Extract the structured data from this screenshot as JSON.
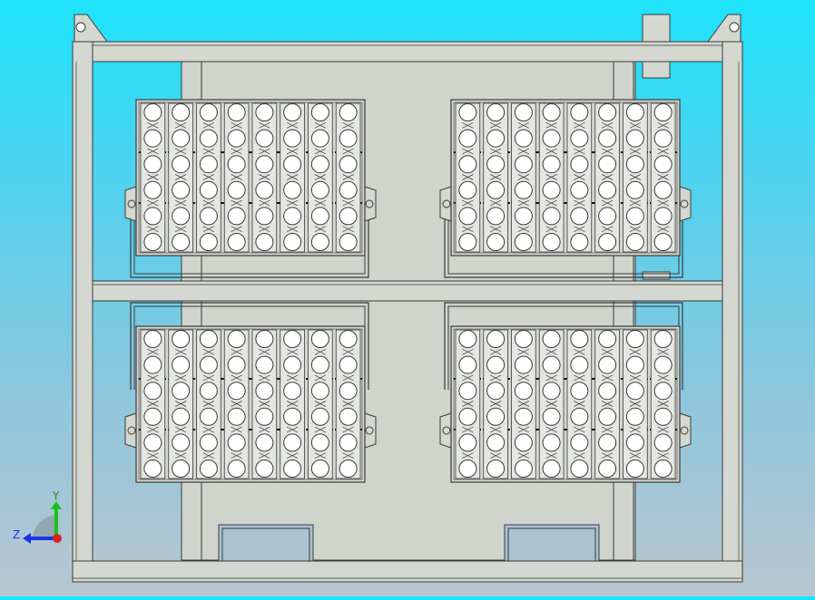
{
  "scene": {
    "background_top": "#1ee3fb",
    "background_bottom": "#b9c6cf",
    "frame_fill": "#d4d8d0",
    "panel_fill": "#cfd4cc",
    "outline": "#3a3a3a",
    "lens_fill": "#ffffff"
  },
  "fixtures": {
    "count": 4,
    "columns_per_fixture": 8,
    "lenses_per_column": 6
  },
  "triad": {
    "y_label": "Y",
    "z_label": "Z",
    "y_color": "#18c21c",
    "z_color": "#1e2ee8",
    "origin_color": "#e02020"
  }
}
